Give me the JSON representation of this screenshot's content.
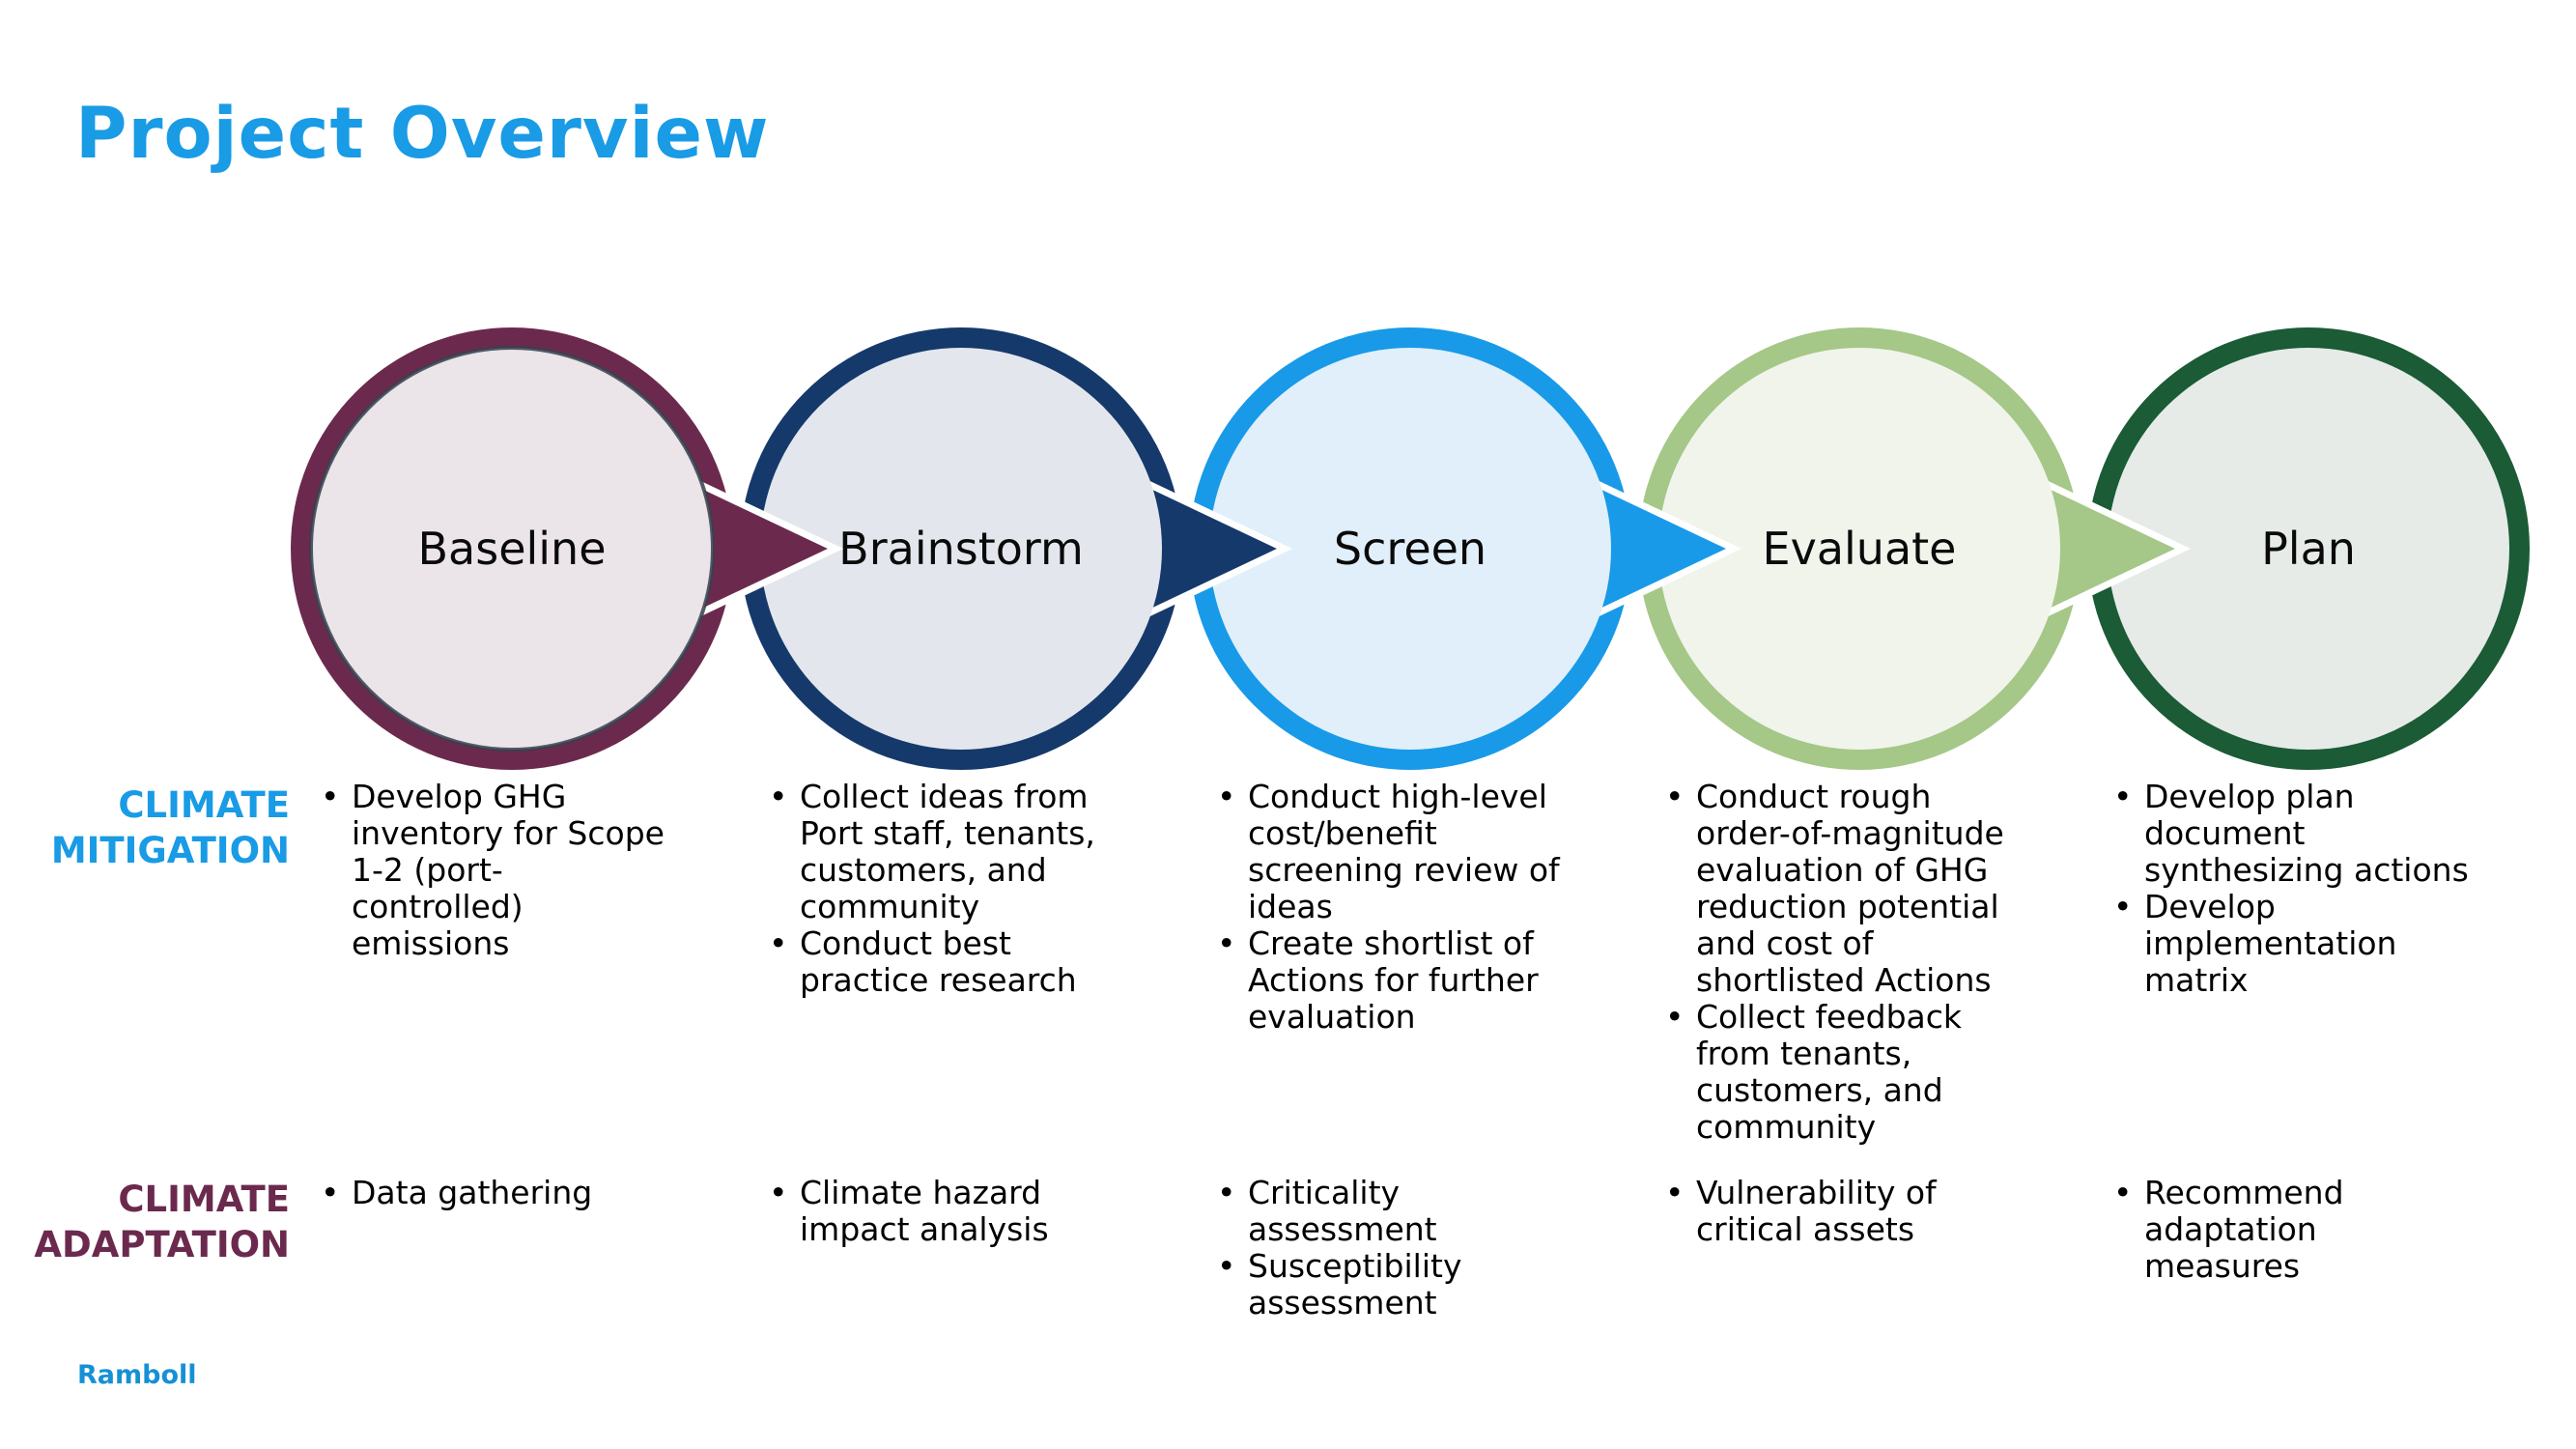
{
  "slide": {
    "title": "Project Overview",
    "footer_logo": "Ramboll"
  },
  "colors": {
    "title_text": "#199BE5",
    "mitigation_label_text": "#199BE5",
    "adaptation_label_text": "#6B2A4D",
    "body_text": "#000000",
    "logo_text": "#1690D5"
  },
  "row_labels": {
    "mitigation": {
      "line1": "CLIMATE",
      "line2": "MITIGATION"
    },
    "adaptation": {
      "line1": "CLIMATE",
      "line2": "ADAPTATION"
    }
  },
  "stages": [
    {
      "name": "Baseline",
      "ring_color": "#6B2A4D",
      "fill_color": "#EBE5E9",
      "mitigation": [
        "Develop GHG inventory for Scope 1-2 (port-controlled) emissions"
      ],
      "adaptation": [
        "Data gathering"
      ]
    },
    {
      "name": "Brainstorm",
      "ring_color": "#16396B",
      "fill_color": "#E3E7ED",
      "mitigation": [
        "Collect ideas from Port staff, tenants, customers, and community",
        "Conduct best practice research"
      ],
      "adaptation": [
        "Climate hazard impact analysis"
      ]
    },
    {
      "name": "Screen",
      "ring_color": "#189AE8",
      "fill_color": "#E1EFFA",
      "mitigation": [
        "Conduct high-level cost/benefit screening review of ideas",
        "Create shortlist of Actions for further evaluation"
      ],
      "adaptation": [
        "Criticality assessment",
        "Susceptibility assessment"
      ]
    },
    {
      "name": "Evaluate",
      "ring_color": "#A5C787",
      "fill_color": "#F0F4EB",
      "mitigation": [
        "Conduct rough order-of-magnitude evaluation of GHG reduction potential and cost of shortlisted Actions",
        "Collect feedback from tenants, customers, and community"
      ],
      "adaptation": [
        "Vulnerability of critical assets"
      ]
    },
    {
      "name": "Plan",
      "ring_color": "#1B5B36",
      "fill_color": "#E6EBE7",
      "mitigation": [
        "Develop plan document synthesizing actions",
        "Develop implementation matrix"
      ],
      "adaptation": [
        "Recommend adaptation measures"
      ]
    }
  ]
}
